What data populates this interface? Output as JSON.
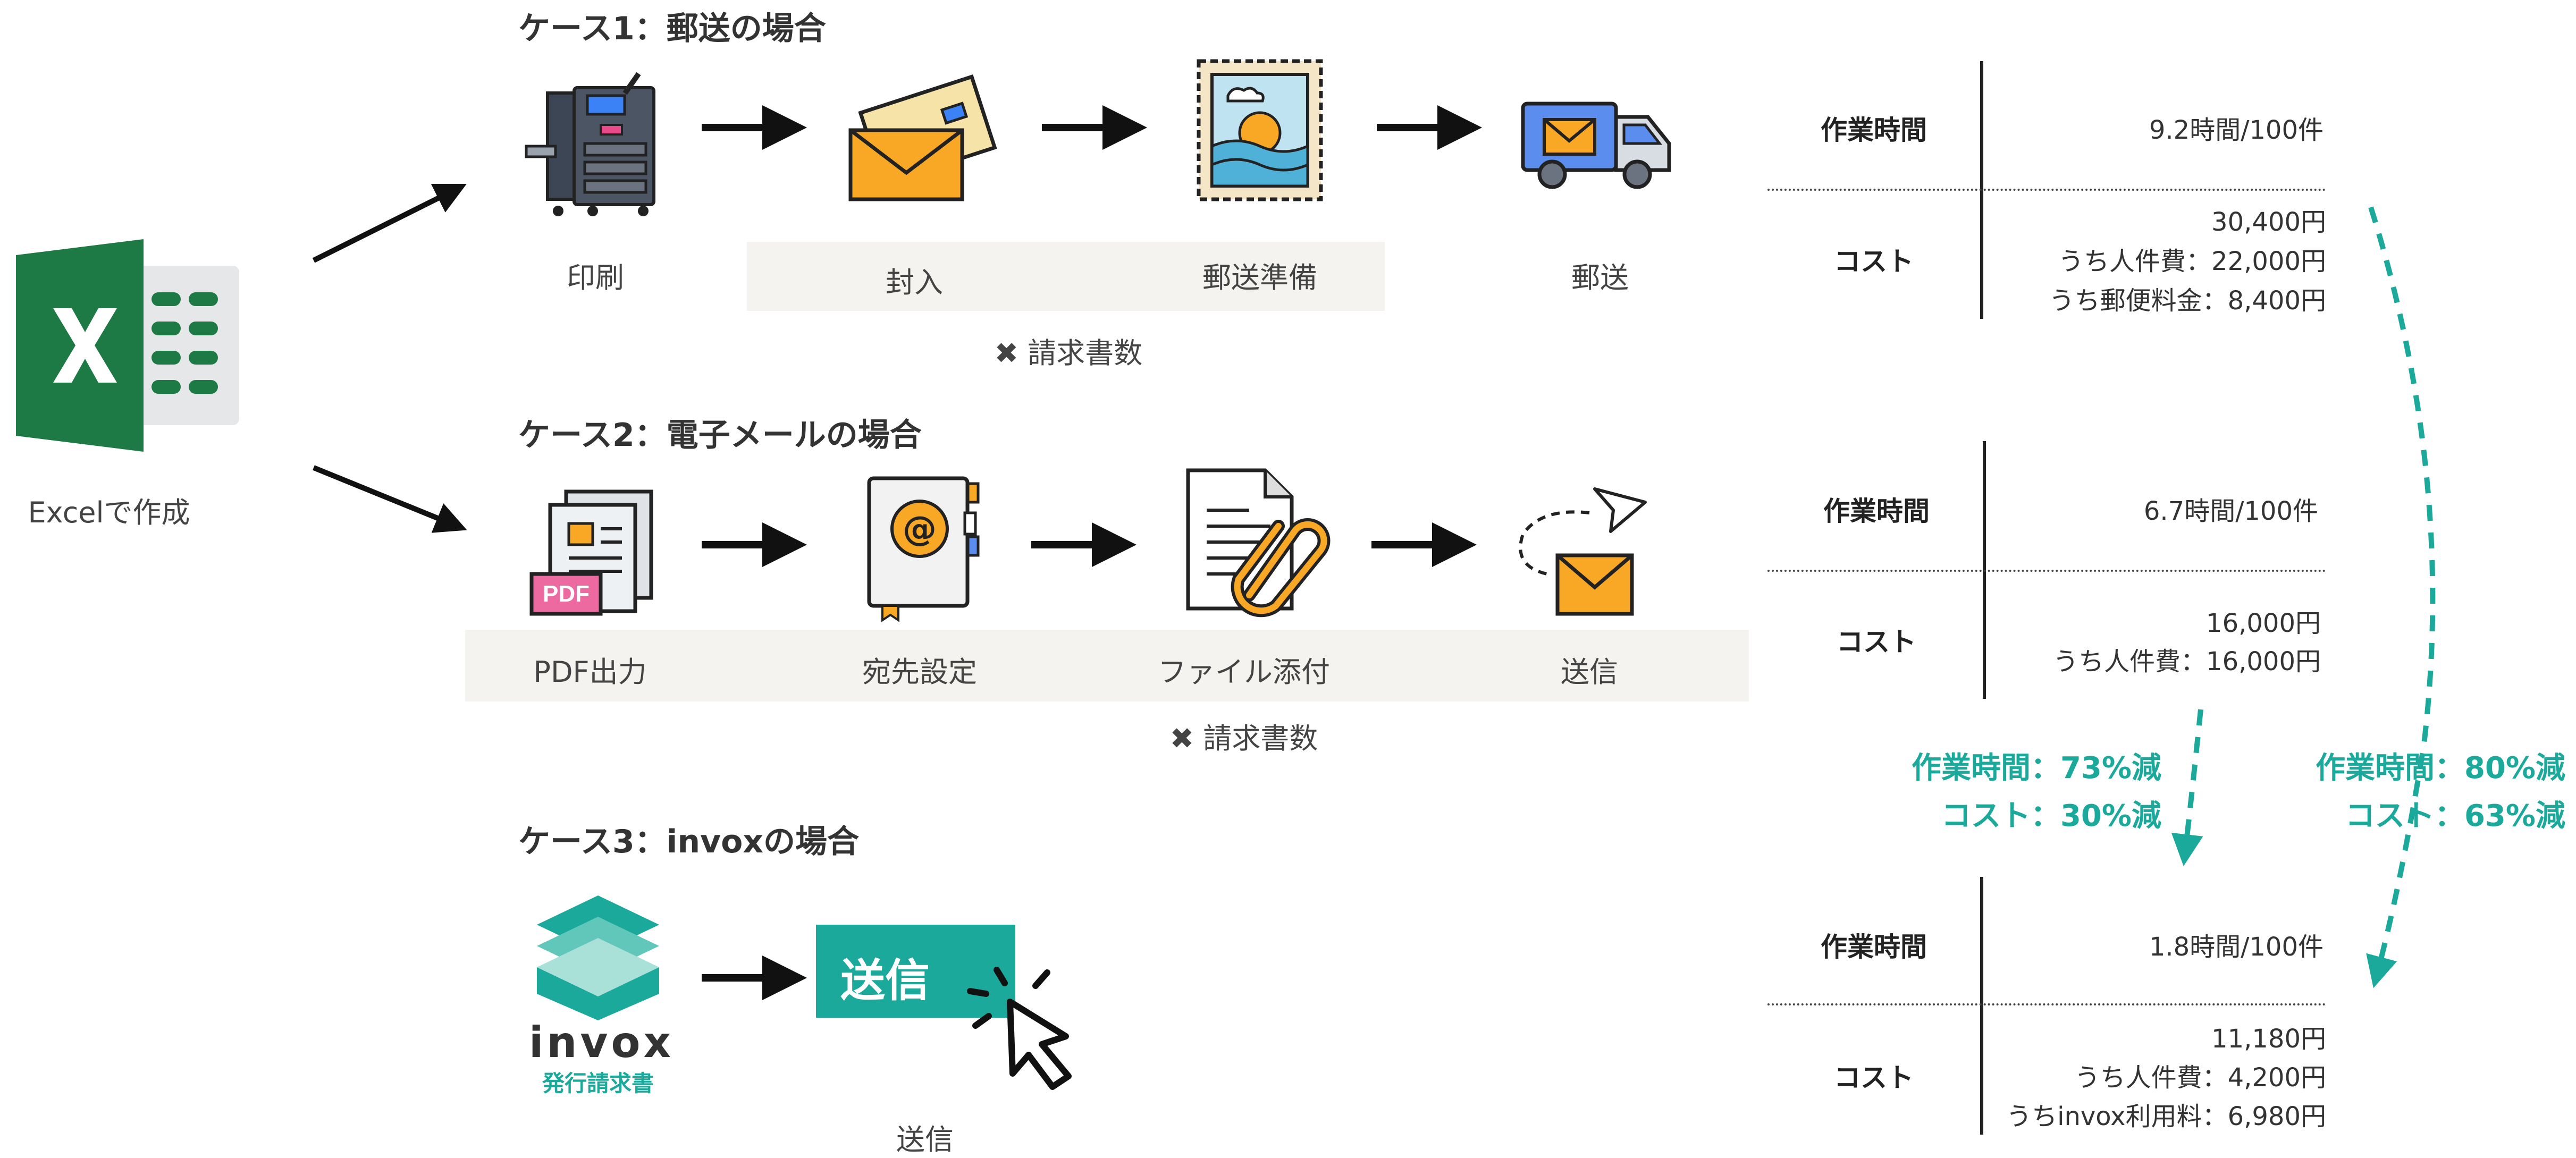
{
  "excel": {
    "label": "Excelで作成"
  },
  "case1": {
    "heading": "ケース1：郵送の場合",
    "steps": [
      "印刷",
      "封入",
      "郵送準備",
      "郵送"
    ],
    "multiplier": "✖ 請求書数",
    "metrics": {
      "time_label": "作業時間",
      "time_value": "9.2時間/100件",
      "cost_label": "コスト",
      "cost_total": "30,400円",
      "cost_line1": "うち人件費：22,000円",
      "cost_line2": "うち郵便料金：8,400円"
    }
  },
  "case2": {
    "heading": "ケース2：電子メールの場合",
    "steps": [
      "PDF出力",
      "宛先設定",
      "ファイル添付",
      "送信"
    ],
    "multiplier": "✖ 請求書数",
    "metrics": {
      "time_label": "作業時間",
      "time_value": "6.7時間/100件",
      "cost_label": "コスト",
      "cost_total": "16,000円",
      "cost_line1": "うち人件費：16,000円"
    }
  },
  "case3": {
    "heading": "ケース3：invoxの場合",
    "logo_word": "invox",
    "logo_sub": "発行請求書",
    "send_button": "送信",
    "step_label": "送信",
    "metrics": {
      "time_label": "作業時間",
      "time_value": "1.8時間/100件",
      "cost_label": "コスト",
      "cost_total": "11,180円",
      "cost_line1": "うち人件費：4,200円",
      "cost_line2": "うちinvox利用料：6,980円"
    }
  },
  "reductions": {
    "vs_email_time": "作業時間：73%減",
    "vs_email_cost": "コスト：30%減",
    "vs_mail_time": "作業時間：80%減",
    "vs_mail_cost": "コスト：63%減"
  },
  "colors": {
    "teal": "#1aa99a",
    "excel_green": "#1e7a45",
    "band": "#f4f3ef"
  }
}
